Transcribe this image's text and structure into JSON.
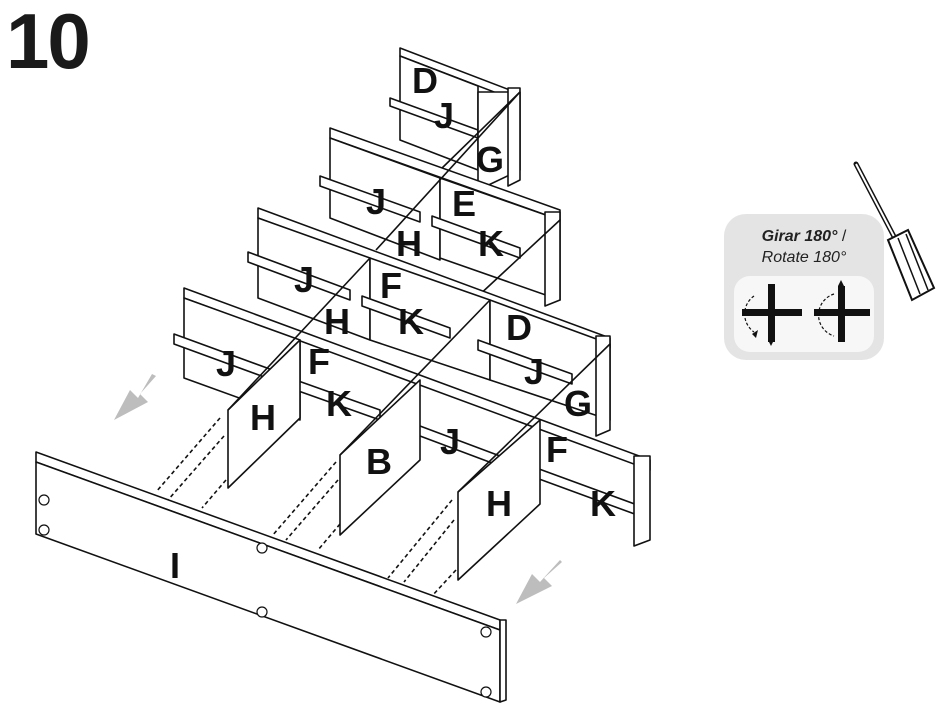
{
  "step": {
    "number": "10"
  },
  "rotate_note": {
    "line1_bold": "Girar 180°",
    "line1_sep": " /",
    "line2": "Rotate 180°"
  },
  "parts": {
    "D_top": "D",
    "J_top": "J",
    "G_top": "G",
    "J_r2": "J",
    "E": "E",
    "H_r2": "H",
    "K_r2": "K",
    "J_r3": "J",
    "F_r3": "F",
    "H_r3": "H",
    "K_r3": "K",
    "D_right": "D",
    "J_right": "J",
    "G_right": "G",
    "J_left": "J",
    "F_left": "F",
    "H_left": "H",
    "K_left": "K",
    "B": "B",
    "J_mid": "J",
    "F_right": "F",
    "H_right": "H",
    "K_right": "K",
    "I": "I"
  },
  "icons": [
    "screwdriver-icon",
    "rotate-arrow-icon",
    "push-arrow-icon"
  ]
}
